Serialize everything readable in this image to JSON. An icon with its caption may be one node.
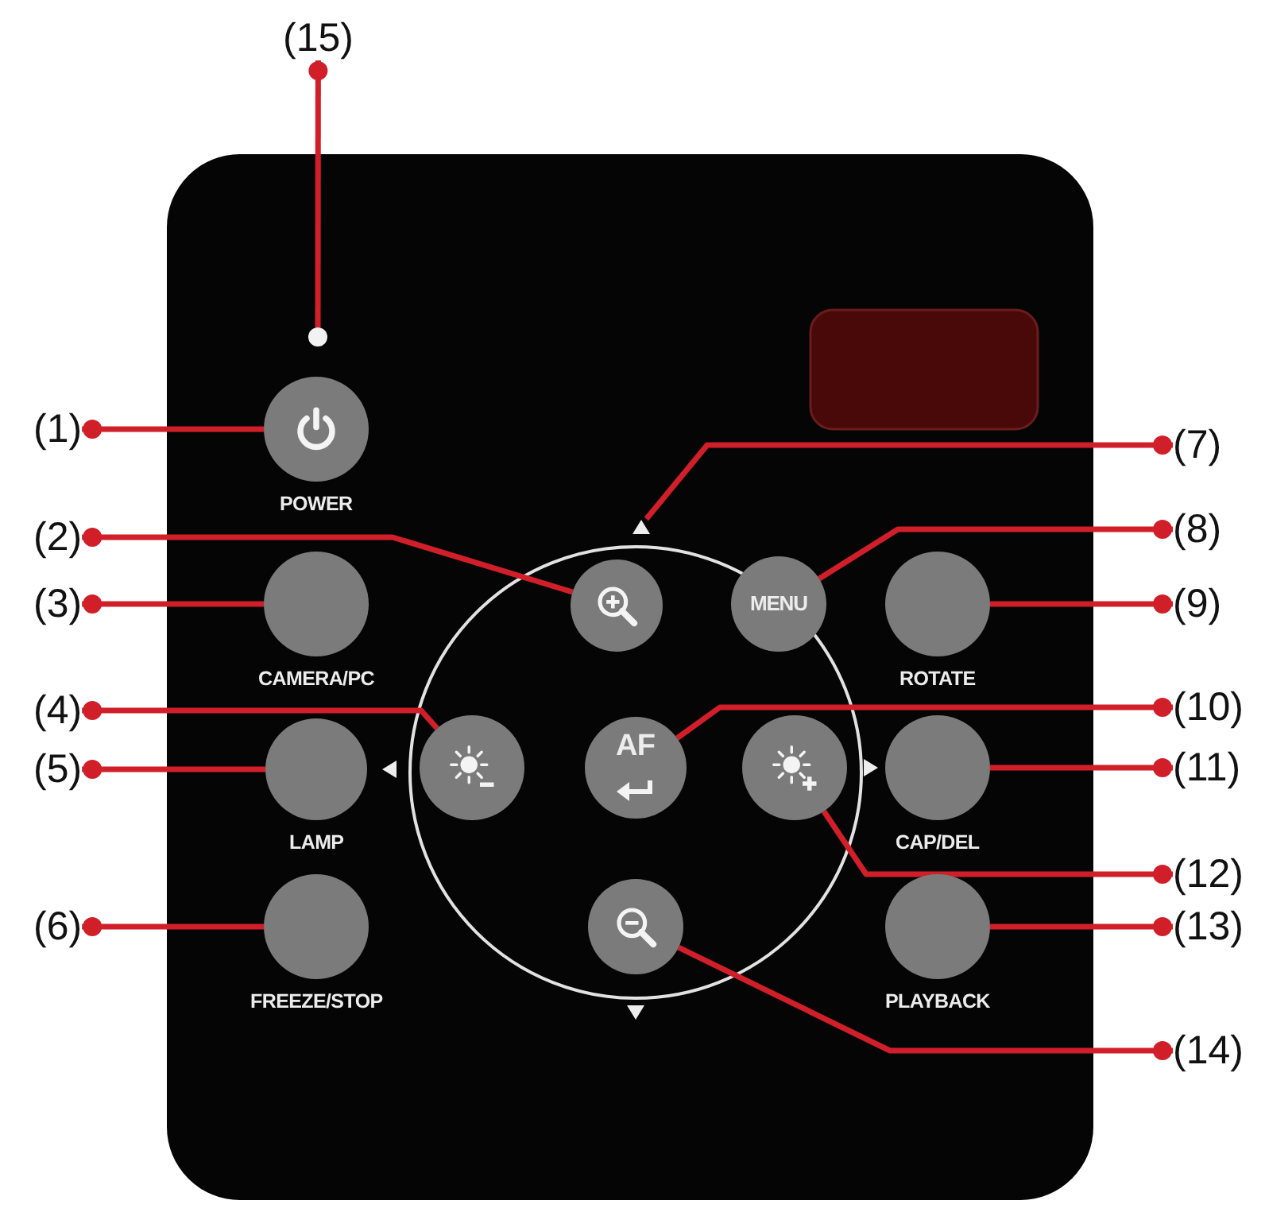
{
  "diagram": {
    "nodes": [
      {
        "text": [
          "(1)"
        ]
      },
      {
        "text": [
          "(2)"
        ]
      },
      {
        "text": [
          "(3)"
        ]
      },
      {
        "text": [
          "(4)"
        ]
      },
      {
        "text": [
          "(5)"
        ]
      },
      {
        "text": [
          "(6)"
        ]
      },
      {
        "text": [
          "(7)"
        ]
      },
      {
        "text": [
          "(8)"
        ]
      },
      {
        "text": [
          "(9)"
        ]
      },
      {
        "text": [
          "(10)"
        ]
      },
      {
        "text": [
          "(11)"
        ]
      },
      {
        "text": [
          "(12)"
        ]
      },
      {
        "text": [
          "(13)"
        ]
      },
      {
        "text": [
          "(14)"
        ]
      },
      {
        "text": [
          "(15)"
        ]
      },
      {
        "text": [
          "POWER"
        ]
      },
      {
        "text": [],
        "shape": "circle"
      },
      {
        "text": [
          "CAMERA/PC"
        ]
      },
      {
        "text": [],
        "shape": "circle"
      },
      {
        "text": [
          "LAMP"
        ]
      },
      {
        "text": [
          "FREEZE/STOP"
        ]
      },
      {
        "text": [],
        "shape": "triangle"
      },
      {
        "text": [
          "MENU"
        ]
      },
      {
        "text": [
          "ROTATE"
        ]
      },
      {
        "text": [
          "AF"
        ]
      },
      {
        "text": [
          "CAP/DEL"
        ]
      },
      {
        "text": [],
        "shape": "circle"
      },
      {
        "text": [
          "PLAYBACK"
        ]
      },
      {
        "text": [],
        "shape": "circle"
      },
      {
        "text": [],
        "shape": "circle"
      }
    ],
    "edges": [
      {
        "from": 0,
        "to": 15,
        "arrow": "other"
      },
      {
        "from": 1,
        "to": 16,
        "arrow": "other"
      },
      {
        "from": 2,
        "to": 17,
        "arrow": "other"
      },
      {
        "from": 3,
        "to": 18,
        "arrow": "other"
      },
      {
        "from": 4,
        "to": 19,
        "arrow": "other"
      },
      {
        "from": 5,
        "to": 20,
        "arrow": "other"
      },
      {
        "from": 6,
        "to": 21,
        "arrow": "other"
      },
      {
        "from": 7,
        "to": 22,
        "arrow": "other"
      },
      {
        "from": 8,
        "to": 23,
        "arrow": "other"
      },
      {
        "from": 9,
        "to": 24,
        "arrow": "other"
      },
      {
        "from": 10,
        "to": 25,
        "arrow": "other"
      },
      {
        "from": 11,
        "to": 26,
        "arrow": "other"
      },
      {
        "from": 12,
        "to": 27,
        "arrow": "other"
      },
      {
        "from": 13,
        "to": 28,
        "arrow": "other"
      },
      {
        "from": 14,
        "to": 29,
        "arrow": "other"
      }
    ]
  }
}
